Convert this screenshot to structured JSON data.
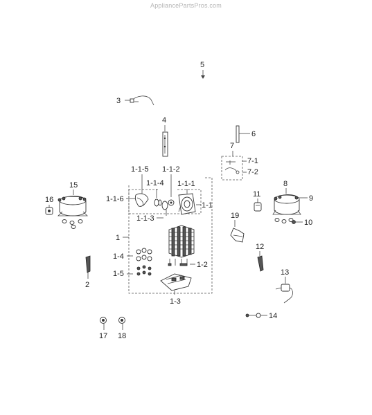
{
  "watermark": "AppliancePartsPros.com",
  "labels": {
    "l5": "5",
    "l3": "3",
    "l4": "4",
    "l6": "6",
    "l7": "7",
    "l7_1": "7-1",
    "l7_2": "7-2",
    "l1_1_5": "1-1-5",
    "l1_1_2": "1-1-2",
    "l1_1_4": "1-1-4",
    "l1_1_1": "1-1-1",
    "l1_1_6": "1-1-6",
    "l1_1": "1-1",
    "l1_1_3": "1-1-3",
    "l1": "1",
    "l1_4": "1-4",
    "l1_5": "1-5",
    "l1_2": "1-2",
    "l1_3": "1-3",
    "l2": "2",
    "l15": "15",
    "l16": "16",
    "l8": "8",
    "l9": "9",
    "l10": "10",
    "l11": "11",
    "l19": "19",
    "l12": "12",
    "l13": "13",
    "l14": "14",
    "l17": "17",
    "l18": "18"
  }
}
